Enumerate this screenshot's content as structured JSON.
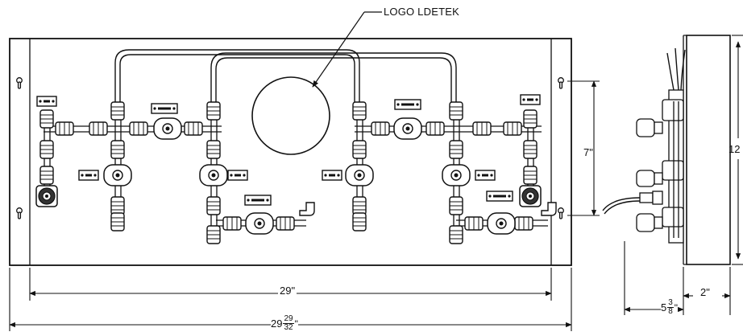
{
  "callout_label": "LOGO LDETEK",
  "dimensions": {
    "inner_width": "29\"",
    "height": "7\"",
    "side_total_height": "12",
    "side_depth": "2\"",
    "overall_width": {
      "whole": "29",
      "num": "29",
      "den": "32",
      "unit": "\""
    },
    "side_offset": {
      "whole": "5",
      "num": "3",
      "den": "8",
      "unit": "\""
    }
  }
}
